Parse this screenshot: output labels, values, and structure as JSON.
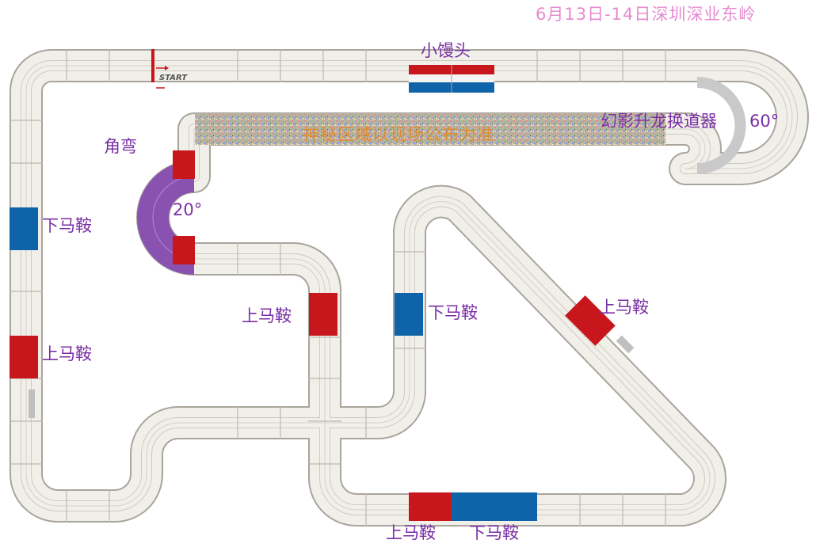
{
  "title": "6月13日-14日深圳深业东岭",
  "start_marker": "START",
  "features": {
    "mantou": "小馒头",
    "mystery_zone": "神秘区域以现场公布为准",
    "phantom_lane_changer": "幻影升龙换道器",
    "phantom_angle": "60°",
    "corner": "角弯",
    "corner_angle": "20°",
    "left_down_saddle": "下马鞍",
    "left_up_saddle": "上马鞍",
    "mid_up_saddle": "上马鞍",
    "mid_down_saddle": "下马鞍",
    "diag_up_saddle": "上马鞍",
    "bottom_up_saddle": "上马鞍",
    "bottom_down_saddle": "下马鞍"
  },
  "colors": {
    "track_fill": "#f1efe9",
    "track_edge": "#a9a59c",
    "lane_line": "#c9c5bc",
    "up_saddle": "#c8171c",
    "down_saddle": "#0f63a8",
    "corner_bank": "#8a52b0",
    "label_purple": "#7a2fa6",
    "label_orange": "#e08a2e",
    "title_pink": "#e88ad0"
  }
}
